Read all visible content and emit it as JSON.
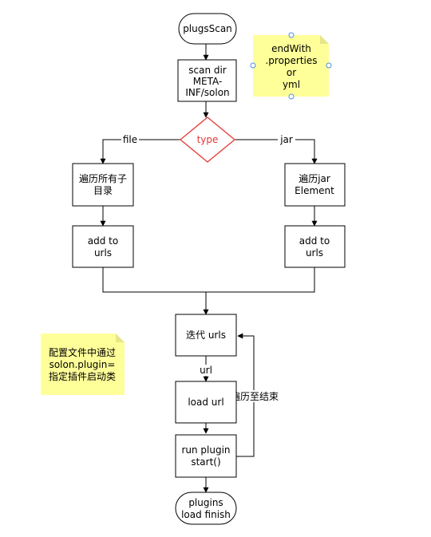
{
  "nodes": {
    "start": "plugsScan",
    "scan": [
      "scan dir",
      "META-",
      "INF/solon"
    ],
    "decision": "type",
    "file_traverse": [
      "遍历所有子",
      "目录"
    ],
    "jar_traverse": [
      "遍历jar",
      "Element"
    ],
    "add_left": [
      "add to",
      "urls"
    ],
    "add_right": [
      "add to",
      "urls"
    ],
    "iterate": "迭代 urls",
    "load": "load url",
    "run": [
      "run plugin",
      "start()"
    ],
    "end": [
      "plugins",
      "load finish"
    ]
  },
  "edges": {
    "file": "file",
    "jar": "jar",
    "url": "url",
    "loop": "遍历至结束"
  },
  "notes": {
    "ext": [
      "endWith",
      ".properties",
      "or",
      "yml"
    ],
    "config": [
      "配置文件中通过",
      "solon.plugin=",
      "指定插件启动类"
    ]
  },
  "colors": {
    "decision_stroke": "#e53935",
    "decision_text": "#e53935",
    "note_fill": "#ffff99",
    "note_fold": "#e6e68a",
    "selection_handle": "#4a90d9"
  }
}
